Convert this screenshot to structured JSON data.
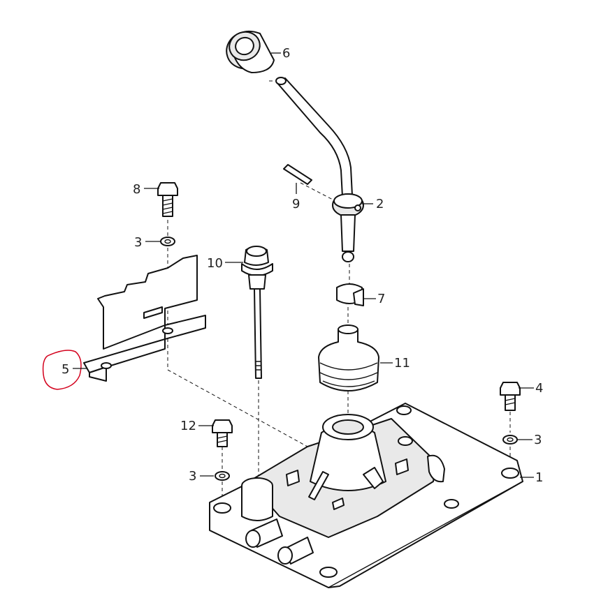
{
  "callouts": [
    {
      "id": "1",
      "text": "1"
    },
    {
      "id": "2",
      "text": "2"
    },
    {
      "id": "3a",
      "text": "3"
    },
    {
      "id": "3b",
      "text": "3"
    },
    {
      "id": "3c",
      "text": "3"
    },
    {
      "id": "4",
      "text": "4"
    },
    {
      "id": "5",
      "text": "5"
    },
    {
      "id": "6",
      "text": "6"
    },
    {
      "id": "7",
      "text": "7"
    },
    {
      "id": "8",
      "text": "8"
    },
    {
      "id": "9",
      "text": "9"
    },
    {
      "id": "10",
      "text": "10"
    },
    {
      "id": "11",
      "text": "11"
    },
    {
      "id": "12",
      "text": "12"
    }
  ],
  "colors": {
    "line": "#111111",
    "highlight": "#d3001c",
    "background": "#ffffff"
  }
}
